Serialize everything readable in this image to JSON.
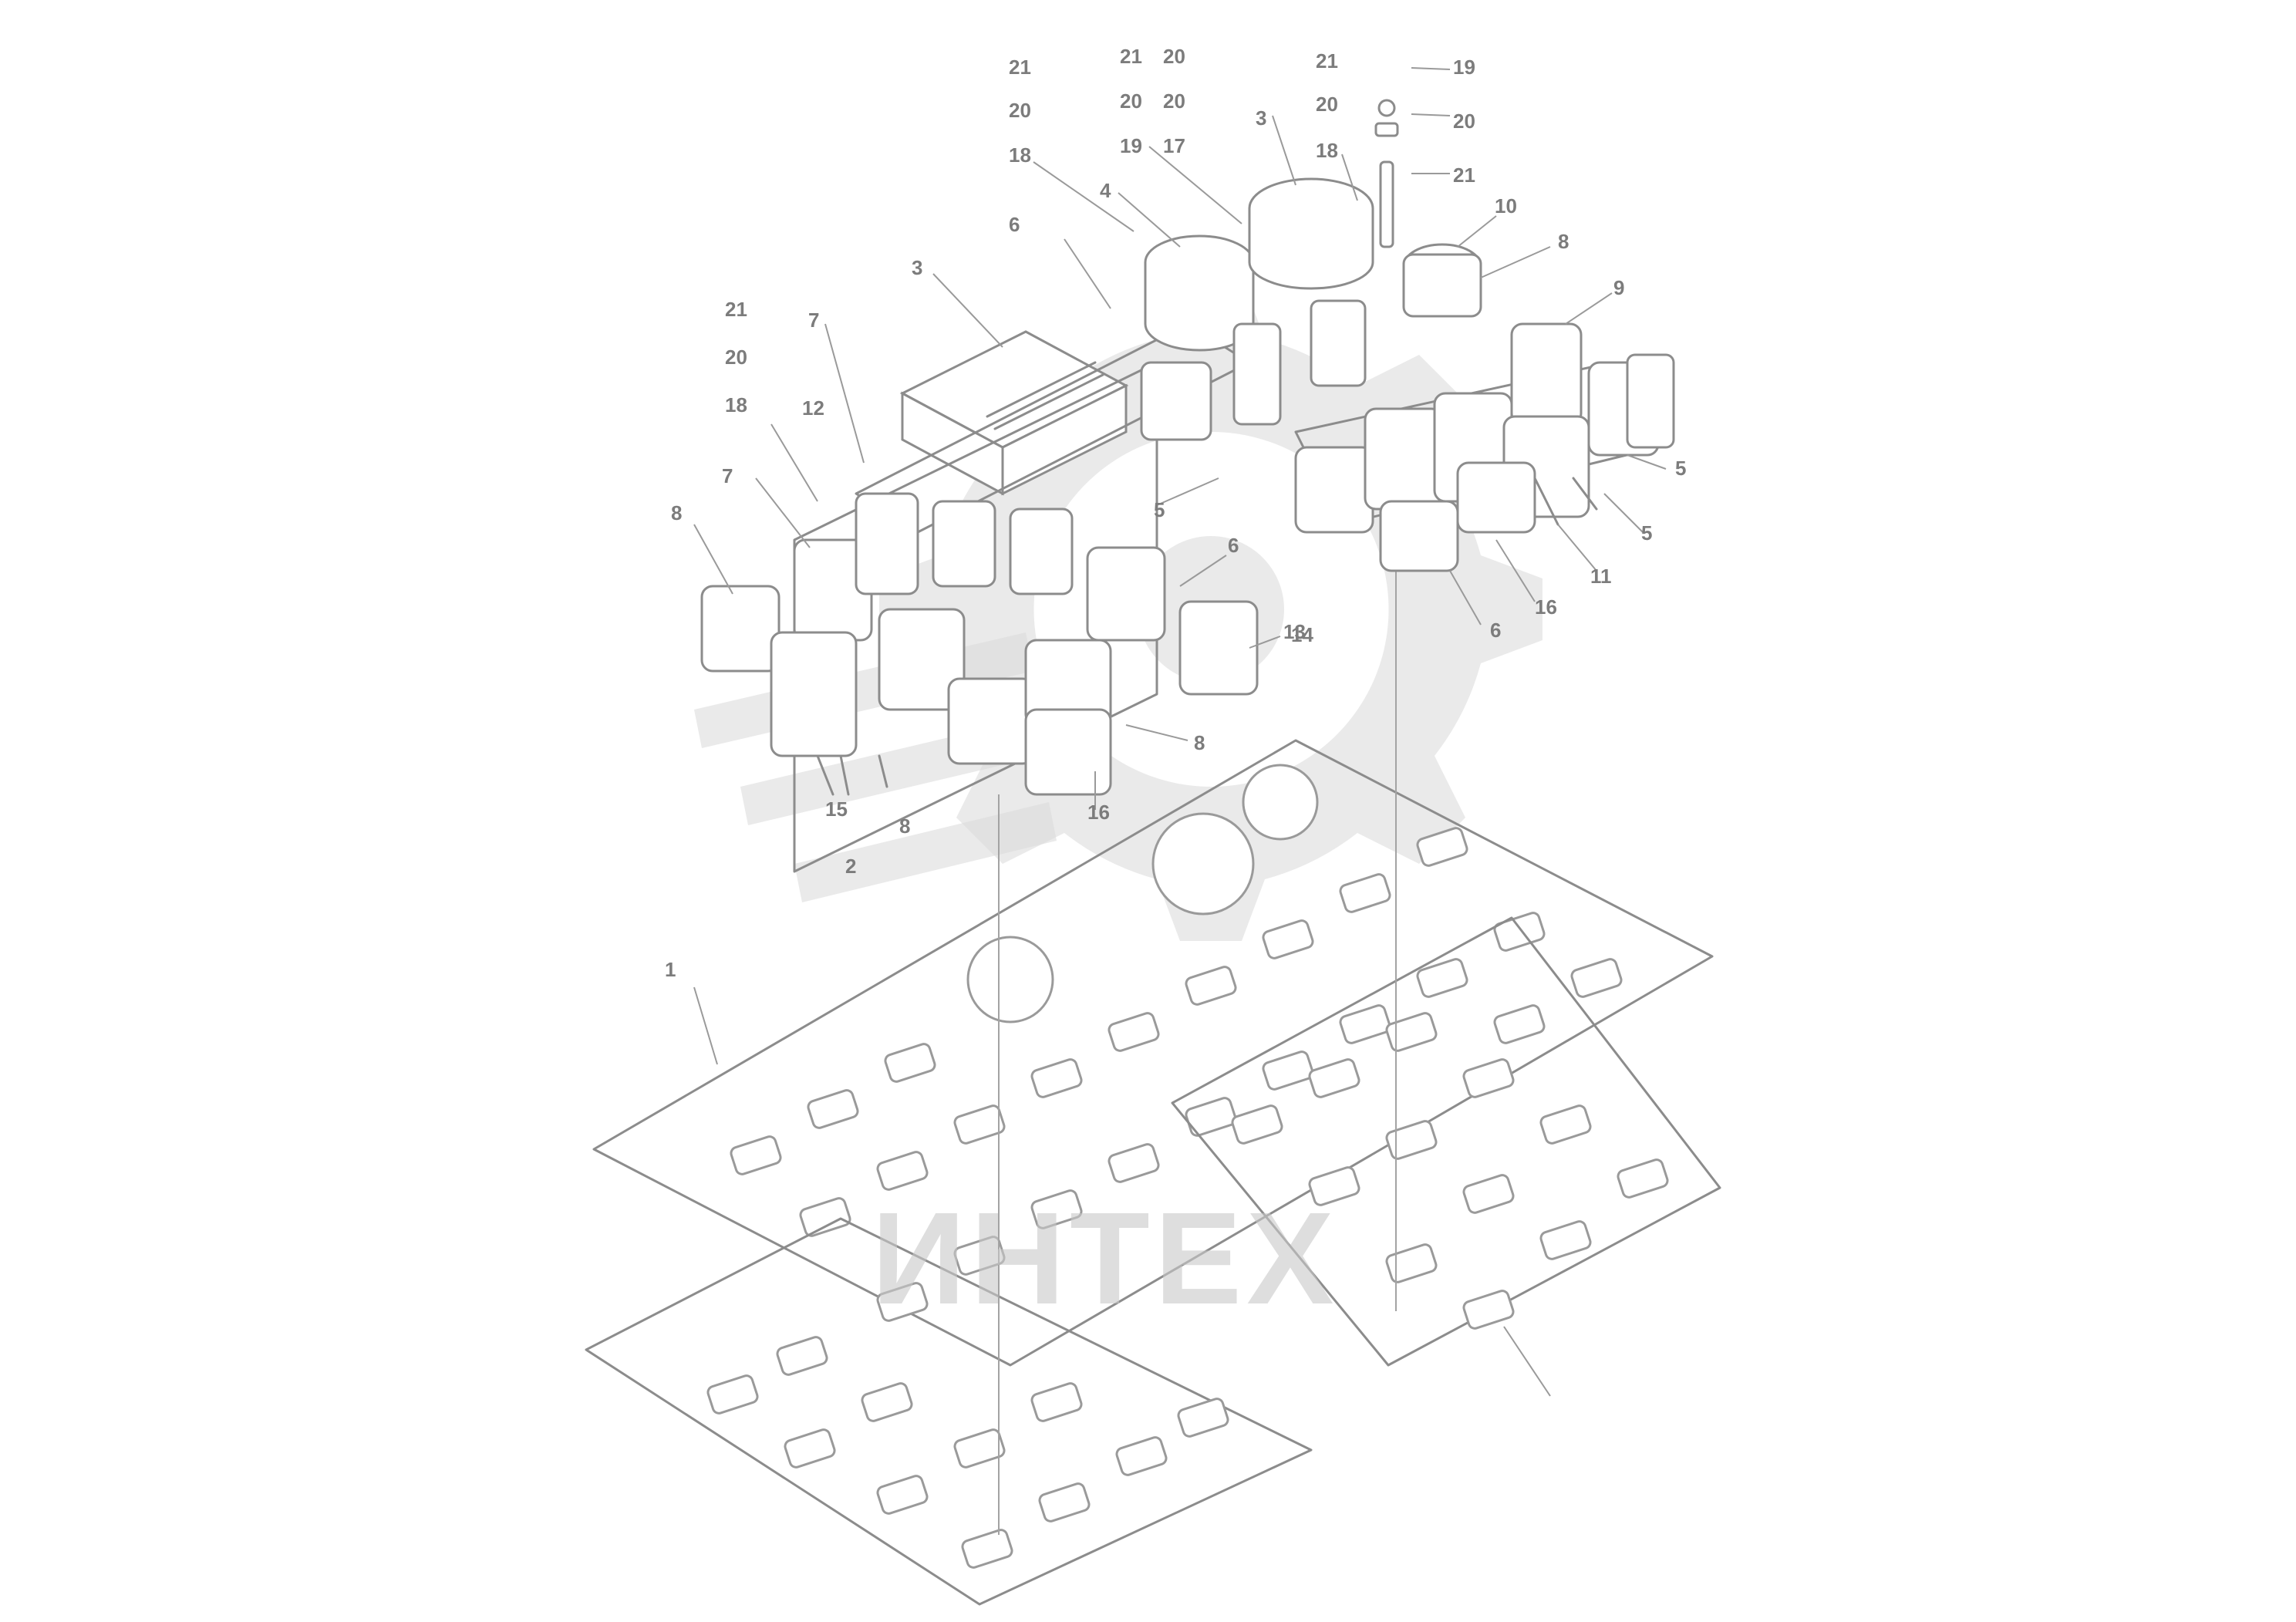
{
  "diagram": {
    "callouts": [
      {
        "id": "c01",
        "text": "21"
      },
      {
        "id": "c02",
        "text": "20"
      },
      {
        "id": "c03",
        "text": "18"
      },
      {
        "id": "c04",
        "text": "21"
      },
      {
        "id": "c05",
        "text": "20"
      },
      {
        "id": "c06",
        "text": "20"
      },
      {
        "id": "c07",
        "text": "20"
      },
      {
        "id": "c08",
        "text": "19"
      },
      {
        "id": "c09",
        "text": "17"
      },
      {
        "id": "c10",
        "text": "21"
      },
      {
        "id": "c11",
        "text": "20"
      },
      {
        "id": "c12",
        "text": "18"
      },
      {
        "id": "c13",
        "text": "19"
      },
      {
        "id": "c14",
        "text": "20"
      },
      {
        "id": "c15",
        "text": "21"
      },
      {
        "id": "c16",
        "text": "3"
      },
      {
        "id": "c17",
        "text": "4"
      },
      {
        "id": "c18",
        "text": "6"
      },
      {
        "id": "c19",
        "text": "3"
      },
      {
        "id": "c20",
        "text": "10"
      },
      {
        "id": "c21",
        "text": "8"
      },
      {
        "id": "c22",
        "text": "9"
      },
      {
        "id": "c23",
        "text": "21"
      },
      {
        "id": "c24",
        "text": "20"
      },
      {
        "id": "c25",
        "text": "18"
      },
      {
        "id": "c26",
        "text": "7"
      },
      {
        "id": "c27",
        "text": "12"
      },
      {
        "id": "c28",
        "text": "7"
      },
      {
        "id": "c29",
        "text": "8"
      },
      {
        "id": "c30",
        "text": "5"
      },
      {
        "id": "c31",
        "text": "5"
      },
      {
        "id": "c32",
        "text": "5"
      },
      {
        "id": "c33",
        "text": "11"
      },
      {
        "id": "c34",
        "text": "16"
      },
      {
        "id": "c35",
        "text": "6"
      },
      {
        "id": "c36",
        "text": "6"
      },
      {
        "id": "c37",
        "text": "13"
      },
      {
        "id": "c38",
        "text": "14"
      },
      {
        "id": "c39",
        "text": "8"
      },
      {
        "id": "c40",
        "text": "15"
      },
      {
        "id": "c41",
        "text": "8"
      },
      {
        "id": "c42",
        "text": "16"
      },
      {
        "id": "c43",
        "text": "2"
      },
      {
        "id": "c44",
        "text": "1"
      }
    ]
  },
  "watermark": {
    "text": "ИНТЕХ",
    "color": "#c9c9c9"
  },
  "colors": {
    "line": "#8c8c8c",
    "label": "#7c7c7c",
    "background": "#ffffff"
  }
}
